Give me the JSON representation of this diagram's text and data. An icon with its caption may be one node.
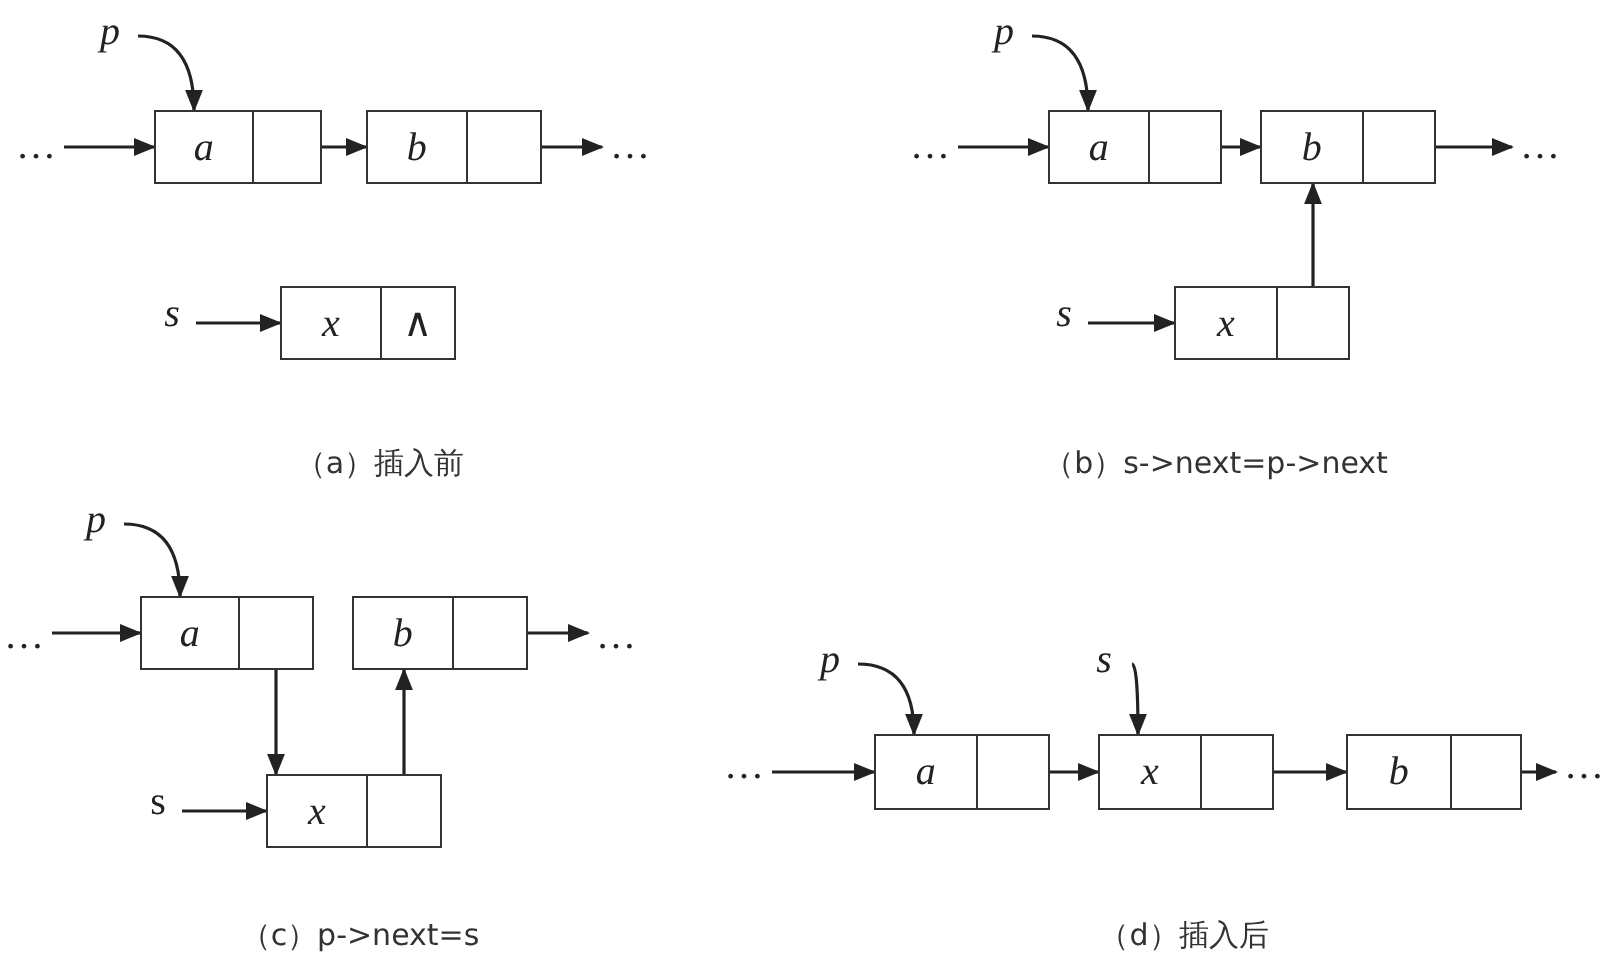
{
  "diagram": {
    "nodes": [
      {
        "text": [
          "p"
        ]
      },
      {
        "text": [
          "…"
        ]
      },
      {
        "text": [
          "a"
        ]
      },
      {
        "text": [
          "b"
        ]
      },
      {
        "text": [
          "…"
        ]
      },
      {
        "text": [
          "s"
        ]
      },
      {
        "text": [
          "x",
          "∧"
        ]
      },
      {
        "text": [
          "p"
        ]
      },
      {
        "text": [
          "…"
        ]
      },
      {
        "text": [
          "a"
        ]
      },
      {
        "text": [
          "b"
        ]
      },
      {
        "text": [
          "…"
        ]
      },
      {
        "text": [
          "s"
        ]
      },
      {
        "text": [
          "x"
        ]
      },
      {
        "text": [
          "p"
        ]
      },
      {
        "text": [
          "…"
        ]
      },
      {
        "text": [
          "a"
        ]
      },
      {
        "text": [
          "b"
        ]
      },
      {
        "text": [
          "…"
        ]
      },
      {
        "text": [
          "s"
        ]
      },
      {
        "text": [
          "x"
        ]
      },
      {
        "text": [
          "p"
        ]
      },
      {
        "text": [
          "s"
        ]
      },
      {
        "text": [
          "…"
        ]
      },
      {
        "text": [
          "a"
        ]
      },
      {
        "text": [
          "x"
        ]
      },
      {
        "text": [
          "b"
        ]
      },
      {
        "text": [
          "…"
        ]
      }
    ],
    "edges": [
      {
        "from": 0,
        "to": 2,
        "arrow": "to"
      },
      {
        "from": 1,
        "to": 2,
        "arrow": "to"
      },
      {
        "from": 2,
        "to": 3,
        "arrow": "to"
      },
      {
        "from": 3,
        "to": 4,
        "arrow": "to"
      },
      {
        "from": 5,
        "to": 6,
        "arrow": "to"
      },
      {
        "from": 7,
        "to": 9,
        "arrow": "to"
      },
      {
        "from": 8,
        "to": 9,
        "arrow": "to"
      },
      {
        "from": 9,
        "to": 10,
        "arrow": "to"
      },
      {
        "from": 10,
        "to": 11,
        "arrow": "to"
      },
      {
        "from": 12,
        "to": 13,
        "arrow": "to"
      },
      {
        "from": 13,
        "to": 10,
        "arrow": "to"
      },
      {
        "from": 14,
        "to": 16,
        "arrow": "to"
      },
      {
        "from": 15,
        "to": 16,
        "arrow": "to"
      },
      {
        "from": 16,
        "to": 20,
        "arrow": "to"
      },
      {
        "from": 20,
        "to": 17,
        "arrow": "to"
      },
      {
        "from": 17,
        "to": 18,
        "arrow": "to"
      },
      {
        "from": 19,
        "to": 20,
        "arrow": "to"
      },
      {
        "from": 21,
        "to": 24,
        "arrow": "to"
      },
      {
        "from": 22,
        "to": 25,
        "arrow": "to"
      },
      {
        "from": 23,
        "to": 24,
        "arrow": "to"
      },
      {
        "from": 24,
        "to": 25,
        "arrow": "to"
      },
      {
        "from": 25,
        "to": 26,
        "arrow": "to"
      },
      {
        "from": 26,
        "to": 27,
        "arrow": "to"
      }
    ],
    "labels": [
      "（a）插入前",
      "（b）s->next=p->next",
      "（c）p->next=s",
      "（d）插入后"
    ]
  }
}
